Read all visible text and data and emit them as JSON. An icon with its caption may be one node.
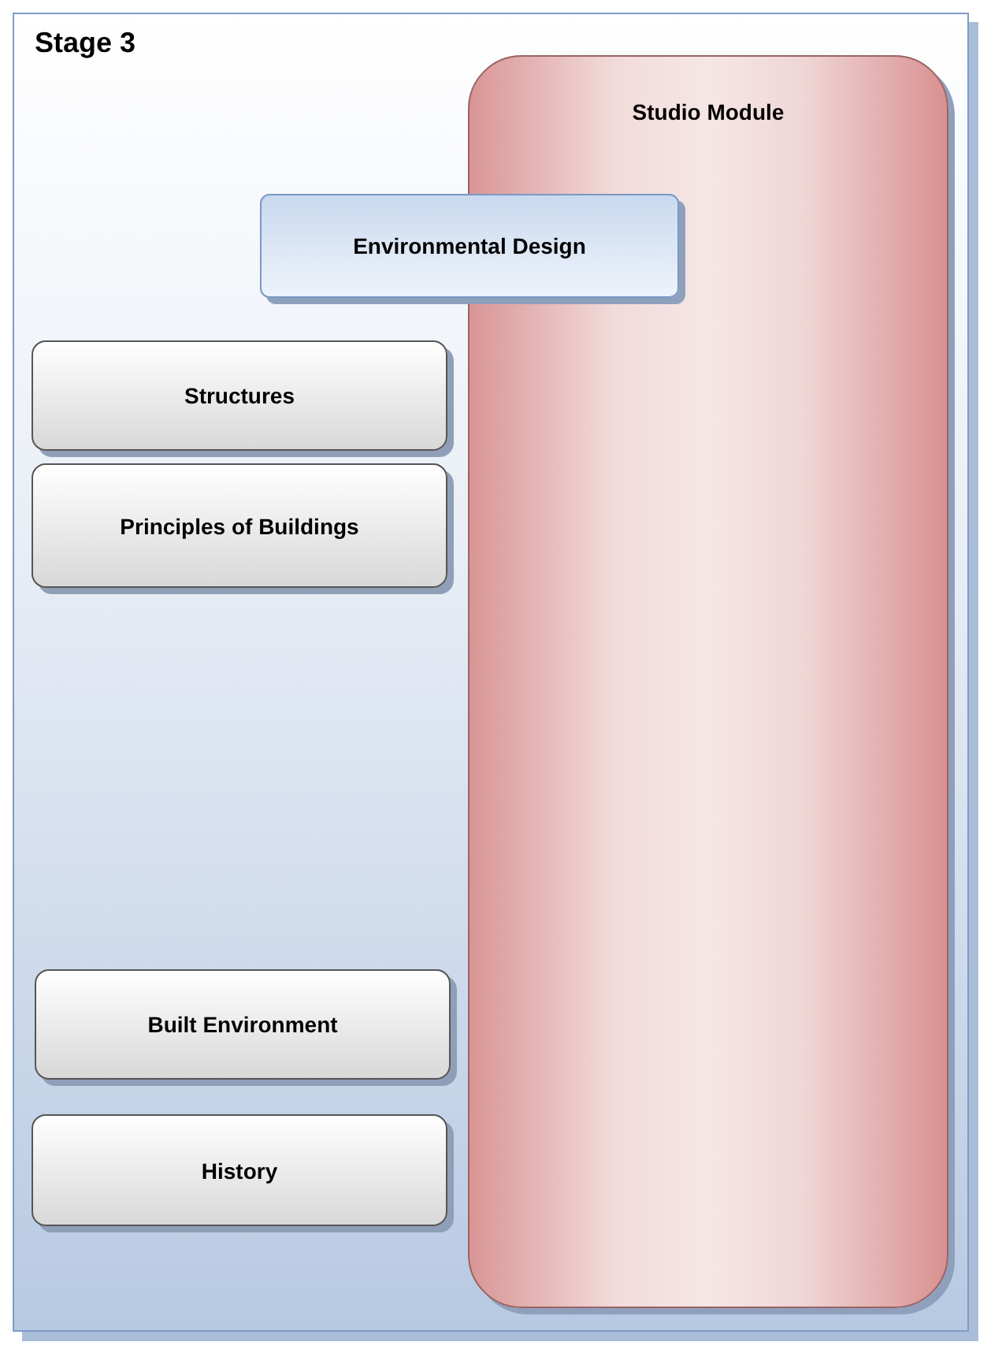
{
  "diagram": {
    "nodes": [
      {
        "text": [
          "Stage 3"
        ]
      },
      {
        "text": [
          "Studio Module"
        ],
        "in": 0
      },
      {
        "text": [
          "Environmental Design"
        ],
        "in": 0
      },
      {
        "text": [
          "Structures"
        ],
        "in": 0
      },
      {
        "text": [
          "Principles of Buildings"
        ],
        "in": 0
      },
      {
        "text": [
          "Built Environment"
        ],
        "in": 0
      },
      {
        "text": [
          "History"
        ],
        "in": 0
      }
    ],
    "edges": []
  }
}
